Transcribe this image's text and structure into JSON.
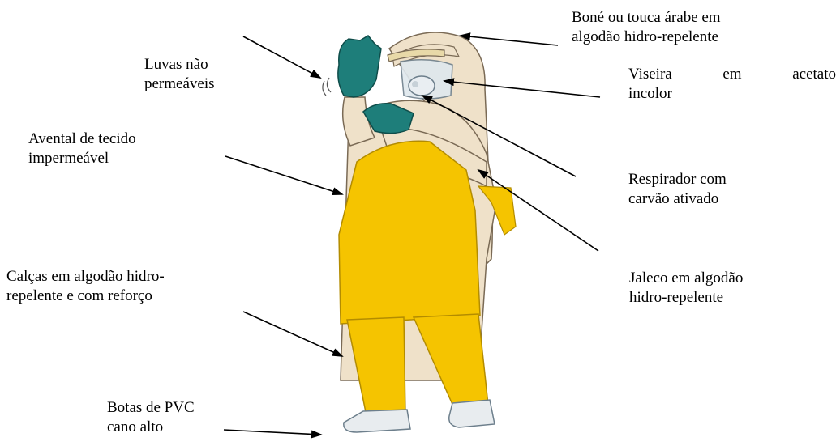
{
  "labels": {
    "bone": [
      "Boné ou touca árabe em",
      "algodão hidro-repelente"
    ],
    "luvas": [
      "Luvas não",
      "permeáveis"
    ],
    "viseira": {
      "word1": "Viseira",
      "word2": "em",
      "word3": "acetato",
      "line2": "incolor"
    },
    "avental": [
      "Avental de tecido",
      "impermeável"
    ],
    "respirador": [
      "Respirador com",
      "carvão ativado"
    ],
    "calcas": [
      "Calças em algodão hidro-",
      "repelente e com reforço"
    ],
    "jaleco": [
      "Jaleco em algodão",
      "hidro-repelente"
    ],
    "botas": [
      "Botas de PVC",
      "cano alto"
    ]
  },
  "colors": {
    "apron_yellow": "#f5c400",
    "cotton_beige": "#efe1c9",
    "glove_green": "#1e7e7a",
    "boot_white": "#e8ecef",
    "outline": "#7a6a55"
  },
  "icons": [
    "ppe-worker-illustration",
    "arrow"
  ]
}
